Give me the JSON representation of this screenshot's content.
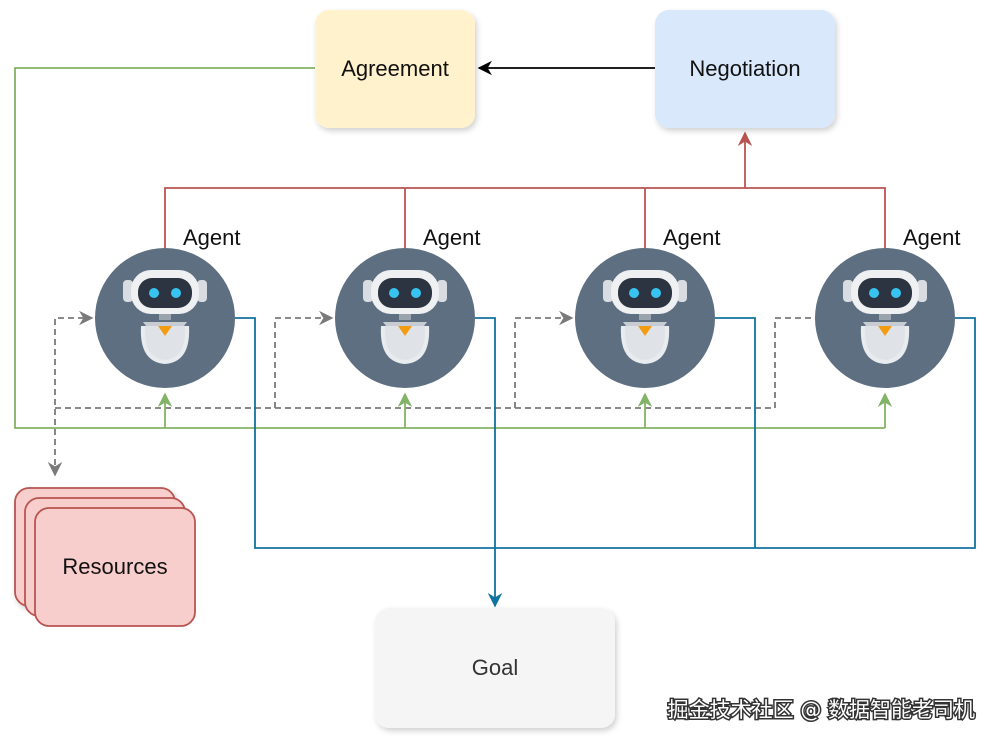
{
  "nodes": {
    "agreement": "Agreement",
    "negotiation": "Negotiation",
    "resources": "Resources",
    "goal": "Goal"
  },
  "agents": [
    "Agent",
    "Agent",
    "Agent",
    "Agent"
  ],
  "watermark": "掘金技术社区 @ 数据智能老司机",
  "colors": {
    "agreement_fill": "#fff2cc",
    "negotiation_fill": "#dae8fc",
    "resources_fill": "#f8cecc",
    "resources_stroke": "#b85450",
    "goal_fill": "#f5f5f5",
    "agent_circle": "#5f6f82",
    "negotiation_link": "#b85450",
    "agreement_link": "#82b366",
    "goal_link": "#10739e",
    "resource_link": "#7a7a7a"
  },
  "icons": {
    "agent": "robot-icon"
  }
}
